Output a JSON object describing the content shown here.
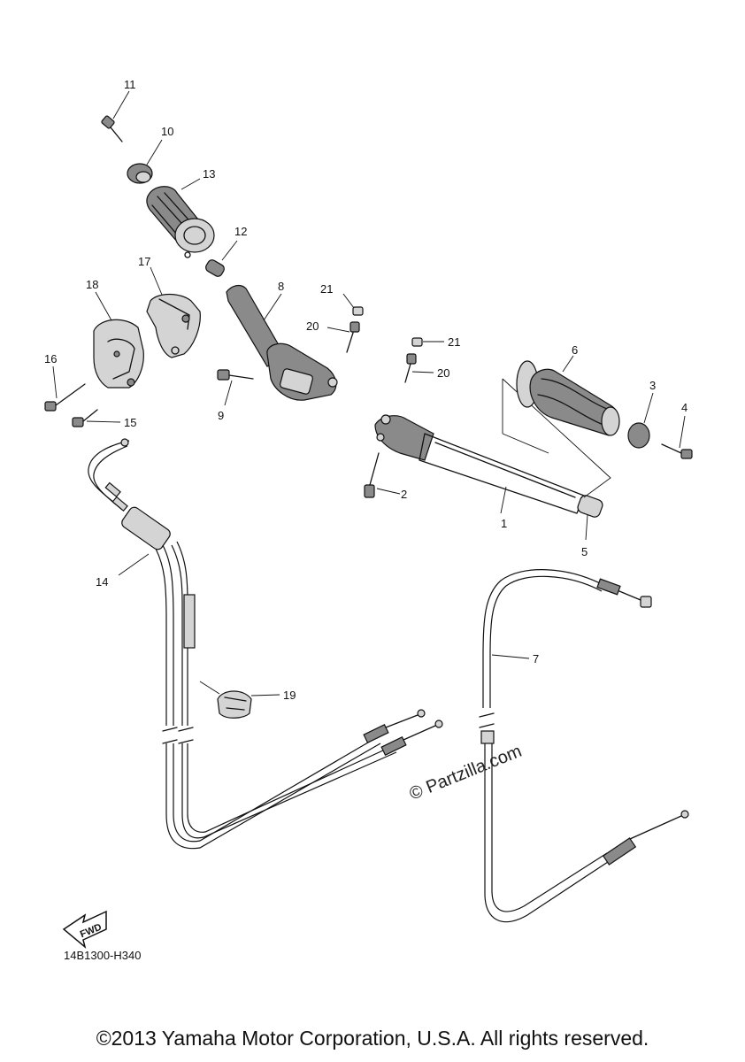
{
  "callouts": [
    {
      "num": "1",
      "part": "handlebar-1"
    },
    {
      "num": "2",
      "part": "bolt-2"
    },
    {
      "num": "3",
      "part": "grip-end-3"
    },
    {
      "num": "4",
      "part": "screw-4"
    },
    {
      "num": "5",
      "part": "weight-5"
    },
    {
      "num": "6",
      "part": "grip-6"
    },
    {
      "num": "7",
      "part": "clutch-cable-7"
    },
    {
      "num": "8",
      "part": "handlebar-8"
    },
    {
      "num": "9",
      "part": "bolt-9"
    },
    {
      "num": "10",
      "part": "grip-end-10"
    },
    {
      "num": "11",
      "part": "screw-11"
    },
    {
      "num": "12",
      "part": "weight-12"
    },
    {
      "num": "13",
      "part": "throttle-grip-13"
    },
    {
      "num": "14",
      "part": "throttle-cable-14"
    },
    {
      "num": "15",
      "part": "screw-15"
    },
    {
      "num": "16",
      "part": "screw-16"
    },
    {
      "num": "17",
      "part": "housing-17"
    },
    {
      "num": "18",
      "part": "cap-18"
    },
    {
      "num": "19",
      "part": "clamp-19"
    },
    {
      "num": "20a",
      "part": "bolt-20-left"
    },
    {
      "num": "20b",
      "part": "bolt-20-right"
    },
    {
      "num": "21a",
      "part": "cap-21-left"
    },
    {
      "num": "21b",
      "part": "cap-21-right"
    }
  ],
  "labels": {
    "l1": "1",
    "l2": "2",
    "l3": "3",
    "l4": "4",
    "l5": "5",
    "l6": "6",
    "l7": "7",
    "l8": "8",
    "l9": "9",
    "l10": "10",
    "l11": "11",
    "l12": "12",
    "l13": "13",
    "l14": "14",
    "l15": "15",
    "l16": "16",
    "l17": "17",
    "l18": "18",
    "l19": "19",
    "l20a": "20",
    "l20b": "20",
    "l21a": "21",
    "l21b": "21"
  },
  "fwd_label": "FWD",
  "diagram_code": "14B1300-H340",
  "watermark": "© Partzilla.com",
  "copyright": "©2013 Yamaha Motor Corporation, U.S.A. All rights reserved."
}
